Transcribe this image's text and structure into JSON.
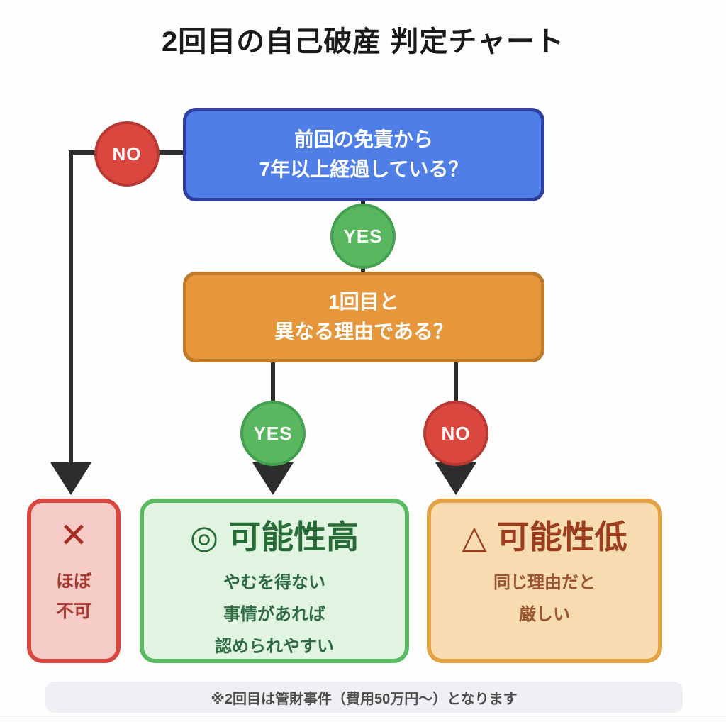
{
  "title": "2回目の自己破産 判定チャート",
  "labels": {
    "yes": "YES",
    "no": "NO"
  },
  "questions": {
    "q1": {
      "lines": [
        "前回の免責から",
        "7年以上経過している？"
      ]
    },
    "q2": {
      "lines": [
        "1回目と",
        "異なる理由である？"
      ]
    }
  },
  "results": {
    "fail": {
      "symbol": "✕",
      "lines": [
        "ほぼ",
        "不可"
      ]
    },
    "high": {
      "symbol": "◎",
      "title": "可能性高",
      "lines": [
        "やむを得ない",
        "事情があれば",
        "認められやすい"
      ]
    },
    "low": {
      "symbol": "△",
      "title": "可能性低",
      "lines": [
        "同じ理由だと",
        "厳しい"
      ]
    }
  },
  "footer": {
    "note": "※2回目は管財事件（費用50万円〜）となります"
  },
  "colors": {
    "question_blue_fill": "#4e7ee6",
    "question_blue_border": "#2e3fa0",
    "question_orange_fill": "#e6973c",
    "question_orange_border": "#bf7b2b",
    "yes_circle": "#58b75f",
    "no_circle": "#d9473f",
    "connector": "#2d2d2d",
    "fail_fill": "#f5cbc8",
    "fail_border": "#d9473f",
    "fail_text": "#a8392f",
    "high_fill": "#e0f4e1",
    "high_border": "#5bbb63",
    "high_text": "#276b36",
    "low_fill": "#f6dcb0",
    "low_border": "#e3a244",
    "low_text": "#9c3d1e",
    "footer_bg": "#eef0f3"
  }
}
